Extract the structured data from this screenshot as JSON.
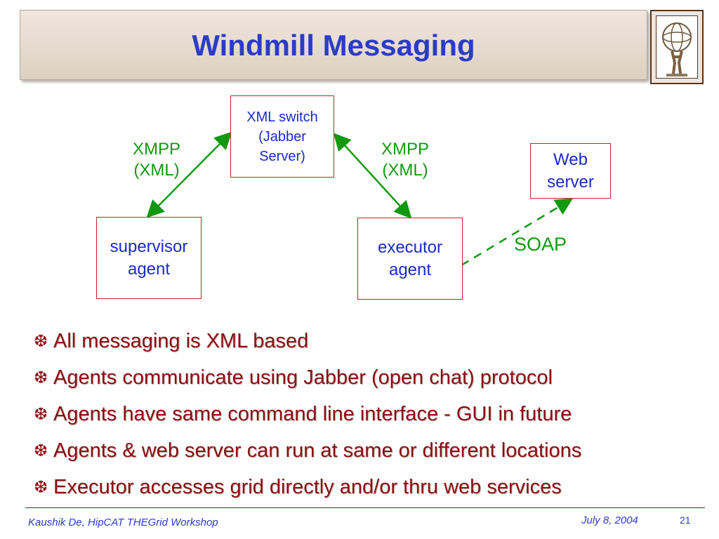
{
  "slide": {
    "title": "Windmill Messaging",
    "page_number": "21"
  },
  "diagram": {
    "nodes": {
      "xml_switch": "XML switch\n(Jabber\nServer)",
      "web_server": "Web\nserver",
      "supervisor_agent": "supervisor\nagent",
      "executor_agent": "executor\nagent"
    },
    "edges": {
      "left_label": "XMPP\n(XML)",
      "right_label": "XMPP\n(XML)",
      "soap_label": "SOAP"
    },
    "colors": {
      "node_border": "#cc2222",
      "node_text": "#1a2acc",
      "edge": "#119911"
    }
  },
  "bullets": [
    "All messaging is XML based",
    "Agents communicate using Jabber (open chat) protocol",
    "Agents have same command line interface -  GUI in future",
    "Agents & web server can run at same or different locations",
    "Executor accesses grid directly and/or thru web services"
  ],
  "bullet_icon": "snowflake-icon",
  "footer": {
    "left": "Kaushik De, HipCAT THEGrid Workshop",
    "date": "July 8, 2004"
  }
}
